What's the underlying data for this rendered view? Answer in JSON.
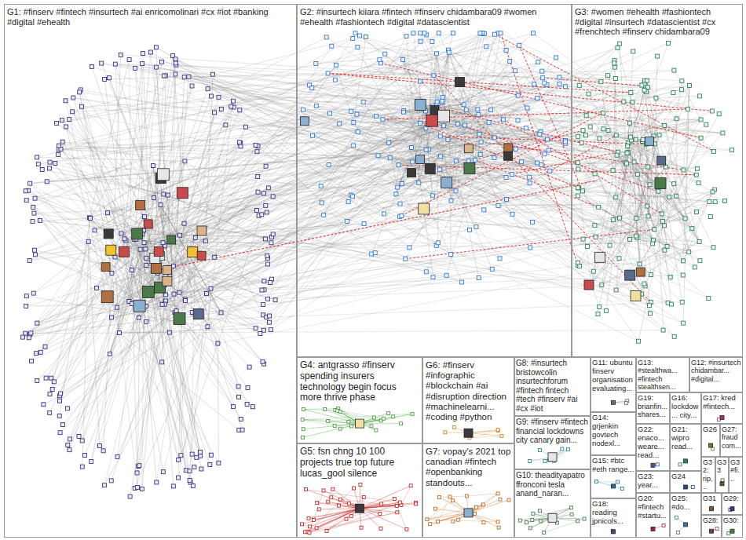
{
  "diagram": {
    "nodes": [
      {
        "text": [
          "G1: #finserv #fintech #insurtech #ai enricomolinari #cx #iot #banking #digital #ehealth"
        ]
      },
      {
        "text": [
          "G2: #insurtech kiiara #fintech #finserv chidambara09 #women #ehealth #fashiontech #digital #datascientist"
        ]
      },
      {
        "text": [
          "G3: #women #ehealth #fashiontech #digital #insurtech #datascientist #cx #frenchtech #finserv chidambara09"
        ]
      },
      {
        "text": [
          "G4: antgrasso #finserv spending insurers technology begin focus more thrive phase"
        ]
      },
      {
        "text": [
          "G6: #finserv #infographic #blockchain #ai #disruption direction #machinelearni... #coding #python"
        ]
      },
      {
        "text": [
          "G8: #insurtech bristowcolin insurtechforum #fintech fintech #tech #finserv #ai #cx #iot"
        ]
      },
      {
        "text": [
          "G11: ubuntu finserv organisation evaluating..."
        ]
      },
      {
        "text": [
          "G13: #stealthwa... #fintech stealthsen..."
        ]
      },
      {
        "text": [
          "G12: #insurtech chidambar... #digital..."
        ]
      },
      {
        "text": [
          "G19: brianfin... shares..."
        ]
      },
      {
        "text": [
          "G16: lockdow... city..."
        ]
      },
      {
        "text": [
          "G17: kred #fintech..."
        ]
      },
      {
        "text": [
          "G22: enaco... weare... read..."
        ]
      },
      {
        "text": [
          "G21: wipro read..."
        ]
      },
      {
        "text": [
          "G26"
        ]
      },
      {
        "text": [
          "G27: fraud com..."
        ]
      },
      {
        "text": [
          "G9: #finserv #fintech financial lockdowns city canary gain..."
        ]
      },
      {
        "text": [
          "G14: grjenkin govtech nodexl..."
        ]
      },
      {
        "text": [
          "G23: year..."
        ]
      },
      {
        "text": [
          "G24"
        ]
      },
      {
        "text": [
          "G32: rip..."
        ]
      },
      {
        "text": [
          "G33"
        ]
      },
      {
        "text": [
          "G3 #fi..."
        ]
      },
      {
        "text": [
          "G15: #btc #eth range..."
        ]
      },
      {
        "text": [
          "G5: fsn chng 10 100 projects true top future lucas_gool silence"
        ]
      },
      {
        "text": [
          "G7: vopay's 2021 top canadian #fintech #openbanking standouts..."
        ]
      },
      {
        "text": [
          "G10: theadityapatro ffronconi tesla anand_naran..."
        ]
      },
      {
        "text": [
          "G18: reading jpnicols..."
        ]
      },
      {
        "text": [
          "G20: #fintech #startu..."
        ]
      },
      {
        "text": [
          "G25: #do..."
        ]
      },
      {
        "text": [
          "G31"
        ]
      },
      {
        "text": [
          "G29:"
        ]
      },
      {
        "text": [
          "G28:"
        ]
      },
      {
        "text": [
          "G30:"
        ]
      }
    ]
  }
}
